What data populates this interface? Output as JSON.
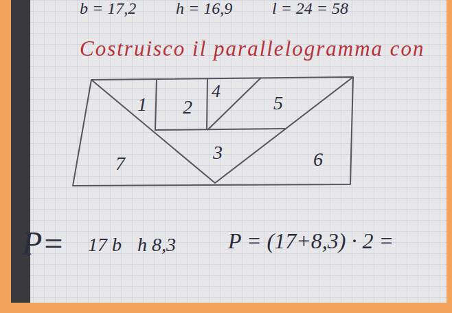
{
  "diagram": {
    "labels": [
      "b = 17,2",
      "h = 16,9",
      "l = 24 = 58",
      "Costruisco il parallelogramma con",
      "1",
      "2",
      "4",
      "5",
      "7",
      "3",
      "6",
      "P=",
      "17 b",
      "h 8,3",
      "P = (17+8,3) · 2 ="
    ]
  }
}
